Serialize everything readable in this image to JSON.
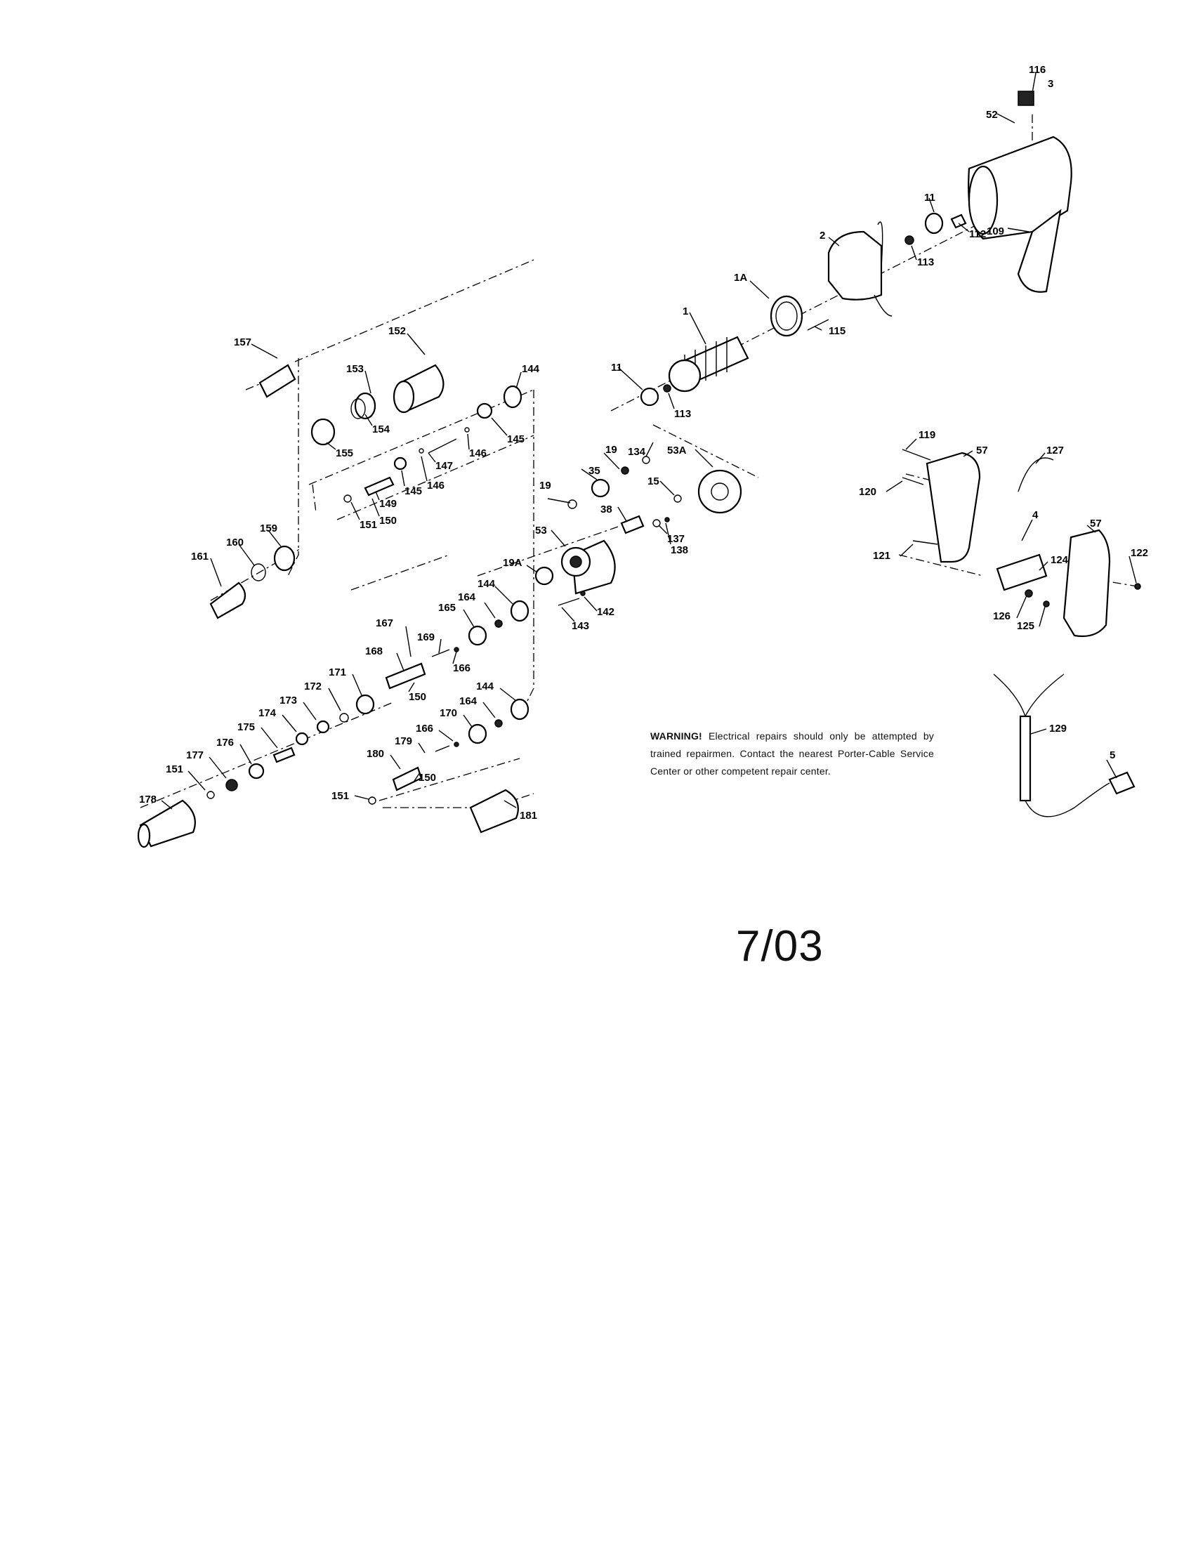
{
  "diagram": {
    "labels": [
      {
        "id": "p116",
        "text": "116"
      },
      {
        "id": "p3",
        "text": "3"
      },
      {
        "id": "p52",
        "text": "52"
      },
      {
        "id": "p11a",
        "text": "11"
      },
      {
        "id": "p112",
        "text": "112"
      },
      {
        "id": "p2",
        "text": "2"
      },
      {
        "id": "p113a",
        "text": "113"
      },
      {
        "id": "p109",
        "text": "109"
      },
      {
        "id": "p1A",
        "text": "1A"
      },
      {
        "id": "p115",
        "text": "115"
      },
      {
        "id": "p1",
        "text": "1"
      },
      {
        "id": "p11b",
        "text": "11"
      },
      {
        "id": "p113b",
        "text": "113"
      },
      {
        "id": "p157",
        "text": "157"
      },
      {
        "id": "p152",
        "text": "152"
      },
      {
        "id": "p153",
        "text": "153"
      },
      {
        "id": "p154",
        "text": "154"
      },
      {
        "id": "p155",
        "text": "155"
      },
      {
        "id": "p144a",
        "text": "144"
      },
      {
        "id": "p145a",
        "text": "145"
      },
      {
        "id": "p146a",
        "text": "146"
      },
      {
        "id": "p147",
        "text": "147"
      },
      {
        "id": "p146b",
        "text": "146"
      },
      {
        "id": "p145b",
        "text": "145"
      },
      {
        "id": "p149",
        "text": "149"
      },
      {
        "id": "p150a",
        "text": "150"
      },
      {
        "id": "p151a",
        "text": "151"
      },
      {
        "id": "p159",
        "text": "159"
      },
      {
        "id": "p160",
        "text": "160"
      },
      {
        "id": "p161",
        "text": "161"
      },
      {
        "id": "p19a",
        "text": "19"
      },
      {
        "id": "p134",
        "text": "134"
      },
      {
        "id": "p53A",
        "text": "53A"
      },
      {
        "id": "p35",
        "text": "35"
      },
      {
        "id": "p19b",
        "text": "19"
      },
      {
        "id": "p15",
        "text": "15"
      },
      {
        "id": "p38",
        "text": "38"
      },
      {
        "id": "p137",
        "text": "137"
      },
      {
        "id": "p138",
        "text": "138"
      },
      {
        "id": "p53",
        "text": "53"
      },
      {
        "id": "p19A",
        "text": "19A"
      },
      {
        "id": "p142",
        "text": "142"
      },
      {
        "id": "p143",
        "text": "143"
      },
      {
        "id": "p144b",
        "text": "144"
      },
      {
        "id": "p164a",
        "text": "164"
      },
      {
        "id": "p165",
        "text": "165"
      },
      {
        "id": "p167",
        "text": "167"
      },
      {
        "id": "p169",
        "text": "169"
      },
      {
        "id": "p168",
        "text": "168"
      },
      {
        "id": "p166a",
        "text": "166"
      },
      {
        "id": "p150b",
        "text": "150"
      },
      {
        "id": "p171",
        "text": "171"
      },
      {
        "id": "p172",
        "text": "172"
      },
      {
        "id": "p173",
        "text": "173"
      },
      {
        "id": "p174",
        "text": "174"
      },
      {
        "id": "p175",
        "text": "175"
      },
      {
        "id": "p176",
        "text": "176"
      },
      {
        "id": "p177",
        "text": "177"
      },
      {
        "id": "p151b",
        "text": "151"
      },
      {
        "id": "p178",
        "text": "178"
      },
      {
        "id": "p144c",
        "text": "144"
      },
      {
        "id": "p164b",
        "text": "164"
      },
      {
        "id": "p170",
        "text": "170"
      },
      {
        "id": "p166b",
        "text": "166"
      },
      {
        "id": "p179",
        "text": "179"
      },
      {
        "id": "p180",
        "text": "180"
      },
      {
        "id": "p150c",
        "text": "150"
      },
      {
        "id": "p151c",
        "text": "151"
      },
      {
        "id": "p181",
        "text": "181"
      },
      {
        "id": "p119",
        "text": "119"
      },
      {
        "id": "p57a",
        "text": "57"
      },
      {
        "id": "p127",
        "text": "127"
      },
      {
        "id": "p120",
        "text": "120"
      },
      {
        "id": "p4",
        "text": "4"
      },
      {
        "id": "p57b",
        "text": "57"
      },
      {
        "id": "p121",
        "text": "121"
      },
      {
        "id": "p124",
        "text": "124"
      },
      {
        "id": "p122",
        "text": "122"
      },
      {
        "id": "p126",
        "text": "126"
      },
      {
        "id": "p125",
        "text": "125"
      },
      {
        "id": "p129",
        "text": "129"
      },
      {
        "id": "p5",
        "text": "5"
      }
    ]
  },
  "warning": {
    "heading": "WARNING!",
    "body": "Electrical repairs should only be attempted by trained repairmen. Contact the nearest Porter-Cable Service Center or other competent repair center."
  },
  "date": "7/03"
}
